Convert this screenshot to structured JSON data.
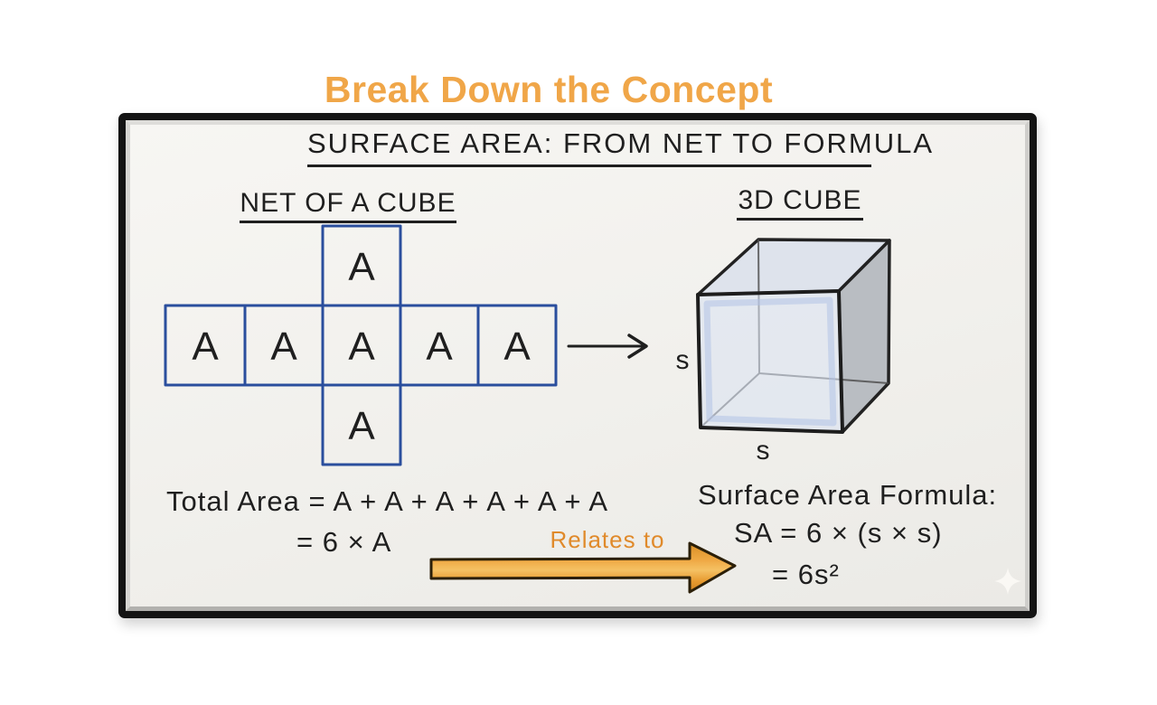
{
  "page": {
    "title": "Break Down the Concept"
  },
  "board": {
    "heading": "SURFACE AREA: FROM NET TO FORMULA",
    "net": {
      "heading": "NET OF A CUBE",
      "top_label": "A",
      "row_labels": [
        "A",
        "A",
        "A",
        "A",
        "A"
      ],
      "bottom_label": "A"
    },
    "cube": {
      "heading": "3D CUBE",
      "side_label": "s",
      "base_label": "s"
    },
    "total_area": {
      "line1": "Total Area = A + A + A + A + A + A",
      "line2": "= 6 × A"
    },
    "relates_label": "Relates to",
    "formula": {
      "heading": "Surface Area Formula:",
      "line1": "SA = 6 × (s × s)",
      "line2": "= 6s²"
    }
  },
  "colors": {
    "title_orange": "#F0A648",
    "relates_orange": "#E08A2B",
    "arrow_fill": "#E79A2F",
    "net_blue": "#2A4E9D",
    "ink": "#1F1F1F"
  }
}
